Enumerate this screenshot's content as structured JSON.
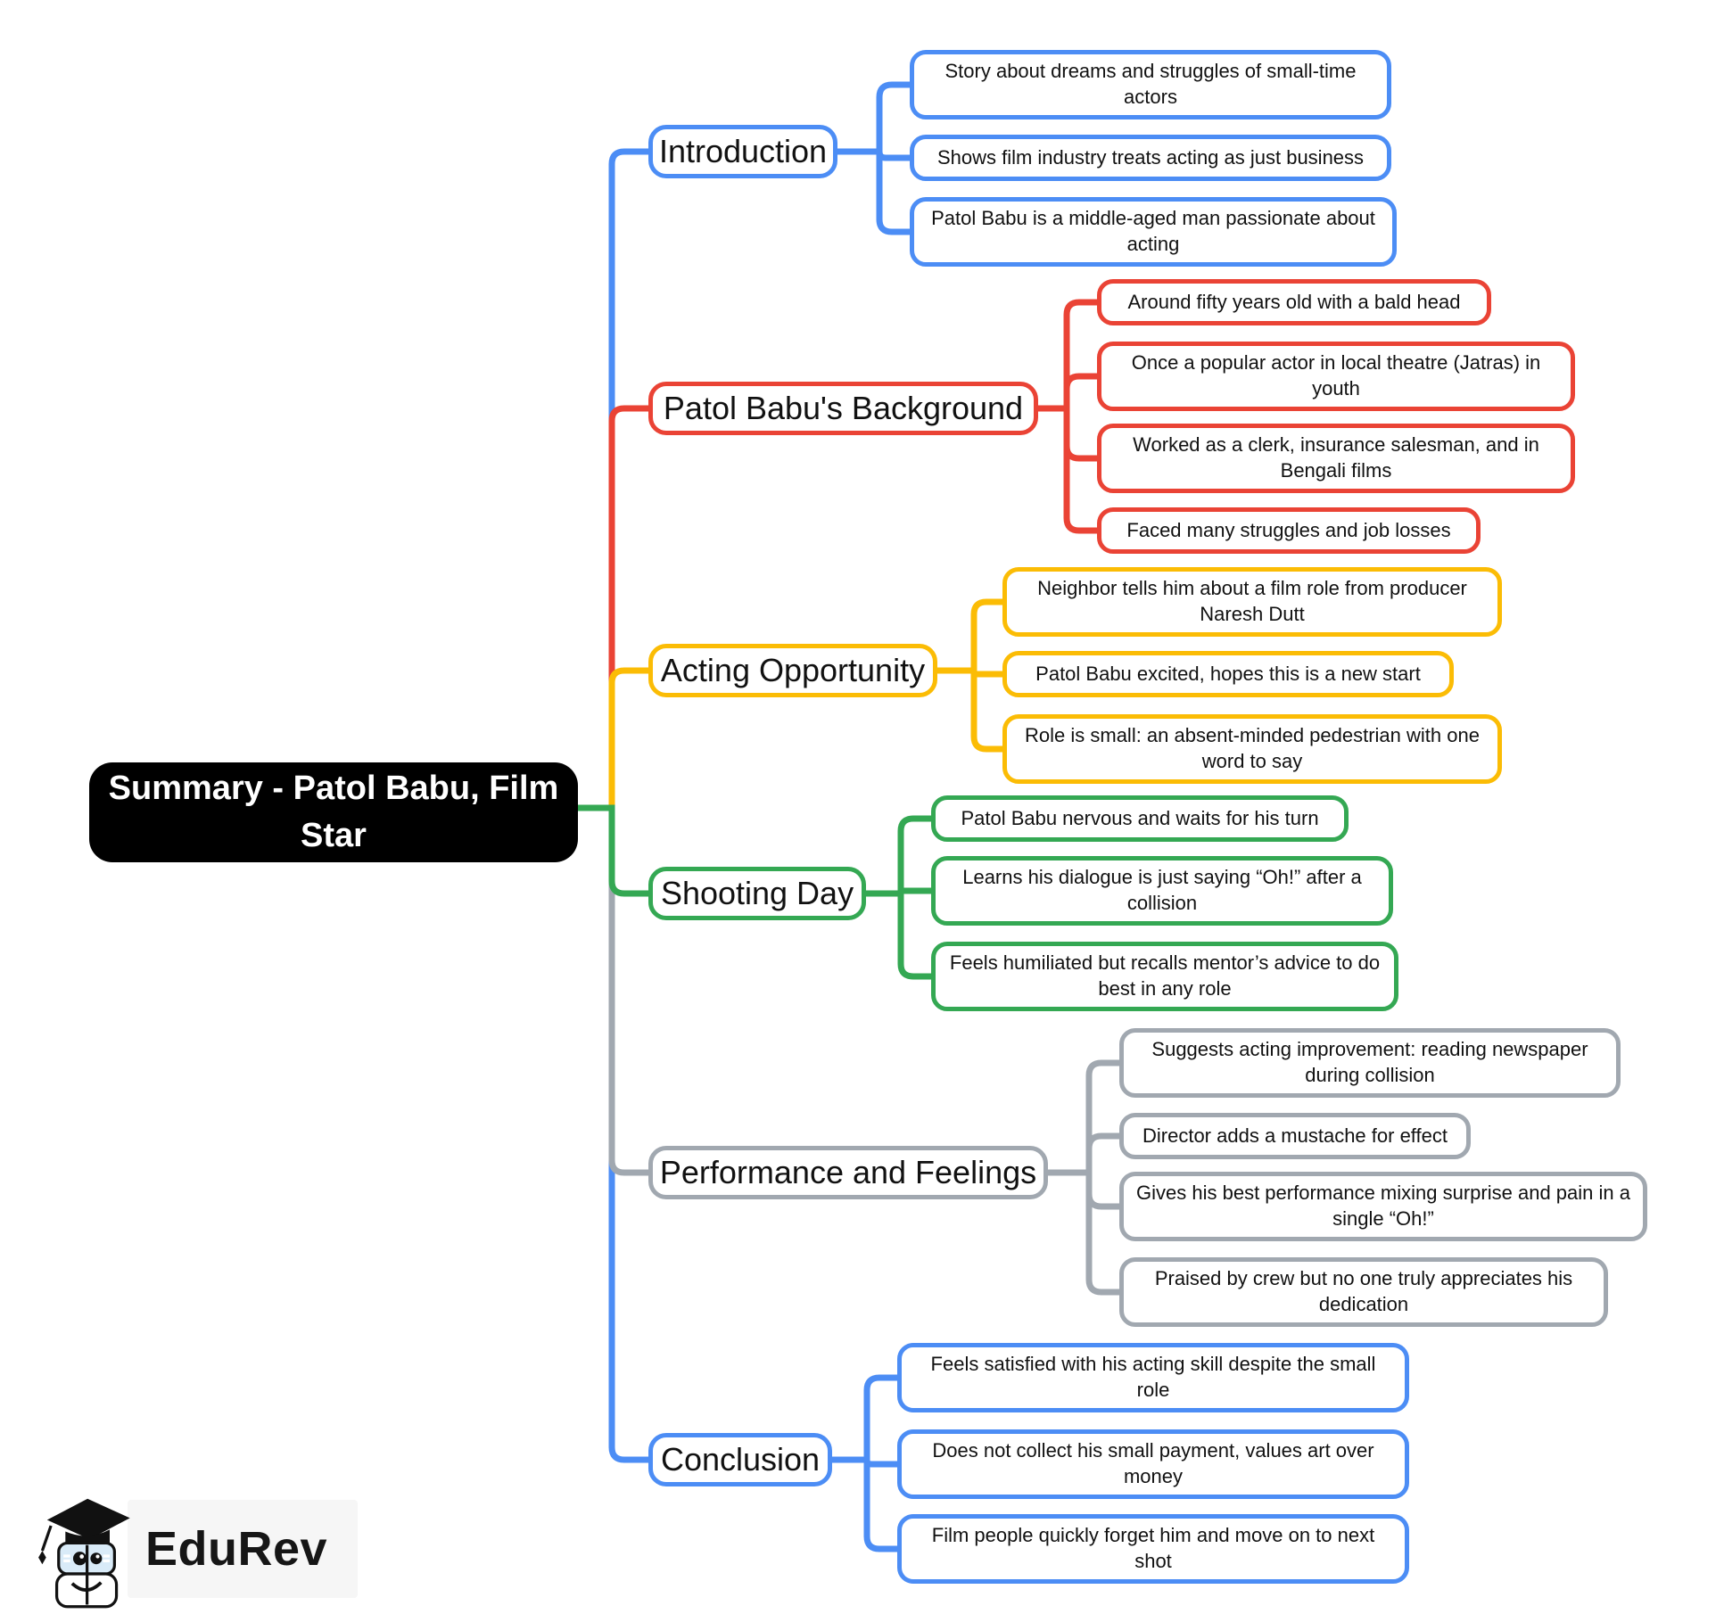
{
  "root": {
    "label": "Summary - Patol Babu, Film Star",
    "bg_color": "#000000",
    "text_color": "#ffffff"
  },
  "branches": [
    {
      "id": "introduction",
      "label": "Introduction",
      "color": "#4C8DF5",
      "children": [
        "Story about dreams and struggles of small-time actors",
        "Shows film industry treats acting as just business",
        "Patol Babu is a middle-aged man passionate about acting"
      ]
    },
    {
      "id": "background",
      "label": "Patol Babu's Background",
      "color": "#EA4335",
      "children": [
        "Around fifty years old with a bald head",
        "Once a popular actor in local theatre (Jatras) in youth",
        "Worked as a clerk, insurance salesman, and in Bengali films",
        "Faced many struggles and job losses"
      ]
    },
    {
      "id": "acting-opportunity",
      "label": "Acting Opportunity",
      "color": "#FBBC05",
      "children": [
        "Neighbor tells him about a film role from producer Naresh Dutt",
        "Patol Babu excited, hopes this is a new start",
        "Role is small: an absent-minded pedestrian with one word to say"
      ]
    },
    {
      "id": "shooting-day",
      "label": "Shooting Day",
      "color": "#34A853",
      "children": [
        "Patol Babu nervous and waits for his turn",
        "Learns his dialogue is just saying “Oh!” after a collision",
        "Feels humiliated but recalls mentor’s advice to do best in any role"
      ]
    },
    {
      "id": "performance-feelings",
      "label": "Performance and Feelings",
      "color": "#A1A8B0",
      "children": [
        "Suggests acting improvement: reading newspaper during collision",
        "Director adds a mustache for effect",
        "Gives his best performance mixing surprise and pain in a single “Oh!”",
        "Praised by crew but no one truly appreciates his dedication"
      ]
    },
    {
      "id": "conclusion",
      "label": "Conclusion",
      "color": "#4C8DF5",
      "children": [
        "Feels satisfied with his acting skill despite the small role",
        "Does not collect his small payment, values art over money",
        "Film people quickly forget him and move on to next shot"
      ]
    }
  ],
  "logo": {
    "brand": "EduRev"
  }
}
